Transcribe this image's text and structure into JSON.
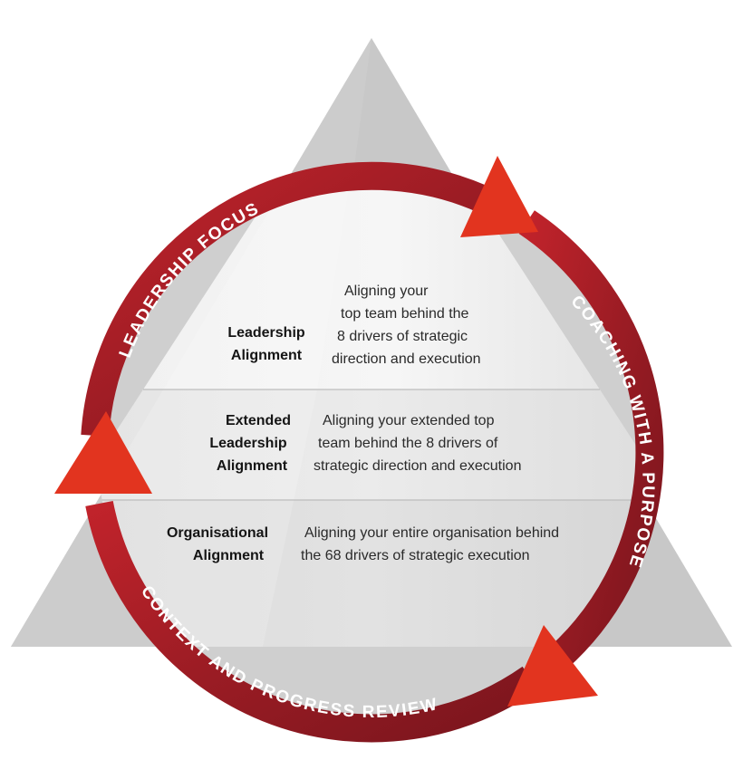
{
  "cycle": {
    "top_left": "LEADERSHIP FOCUS",
    "right": "COACHING WITH A PURPOSE",
    "bottom": "CONTEXT AND PROGRESS REVIEW"
  },
  "tiers": [
    {
      "label": [
        "Leadership",
        "Alignment"
      ],
      "description": [
        "Aligning your",
        "top team behind the",
        "8 drivers of strategic",
        "direction and execution"
      ]
    },
    {
      "label": [
        "Extended",
        "Leadership",
        "Alignment"
      ],
      "description": [
        "Aligning your extended top",
        "team behind the 8 drivers of",
        "strategic direction and execution"
      ]
    },
    {
      "label": [
        "Organisational",
        "Alignment"
      ],
      "description": [
        "Aligning your entire organisation behind",
        "the 68 drivers of strategic execution"
      ]
    }
  ],
  "colors": {
    "ring_dark": "#8a1a22",
    "ring_light": "#c8232b",
    "arrow_head": "#e2341f",
    "pyramid_gray": "#c9c9c9",
    "pyramid_inner": "#ececec"
  }
}
